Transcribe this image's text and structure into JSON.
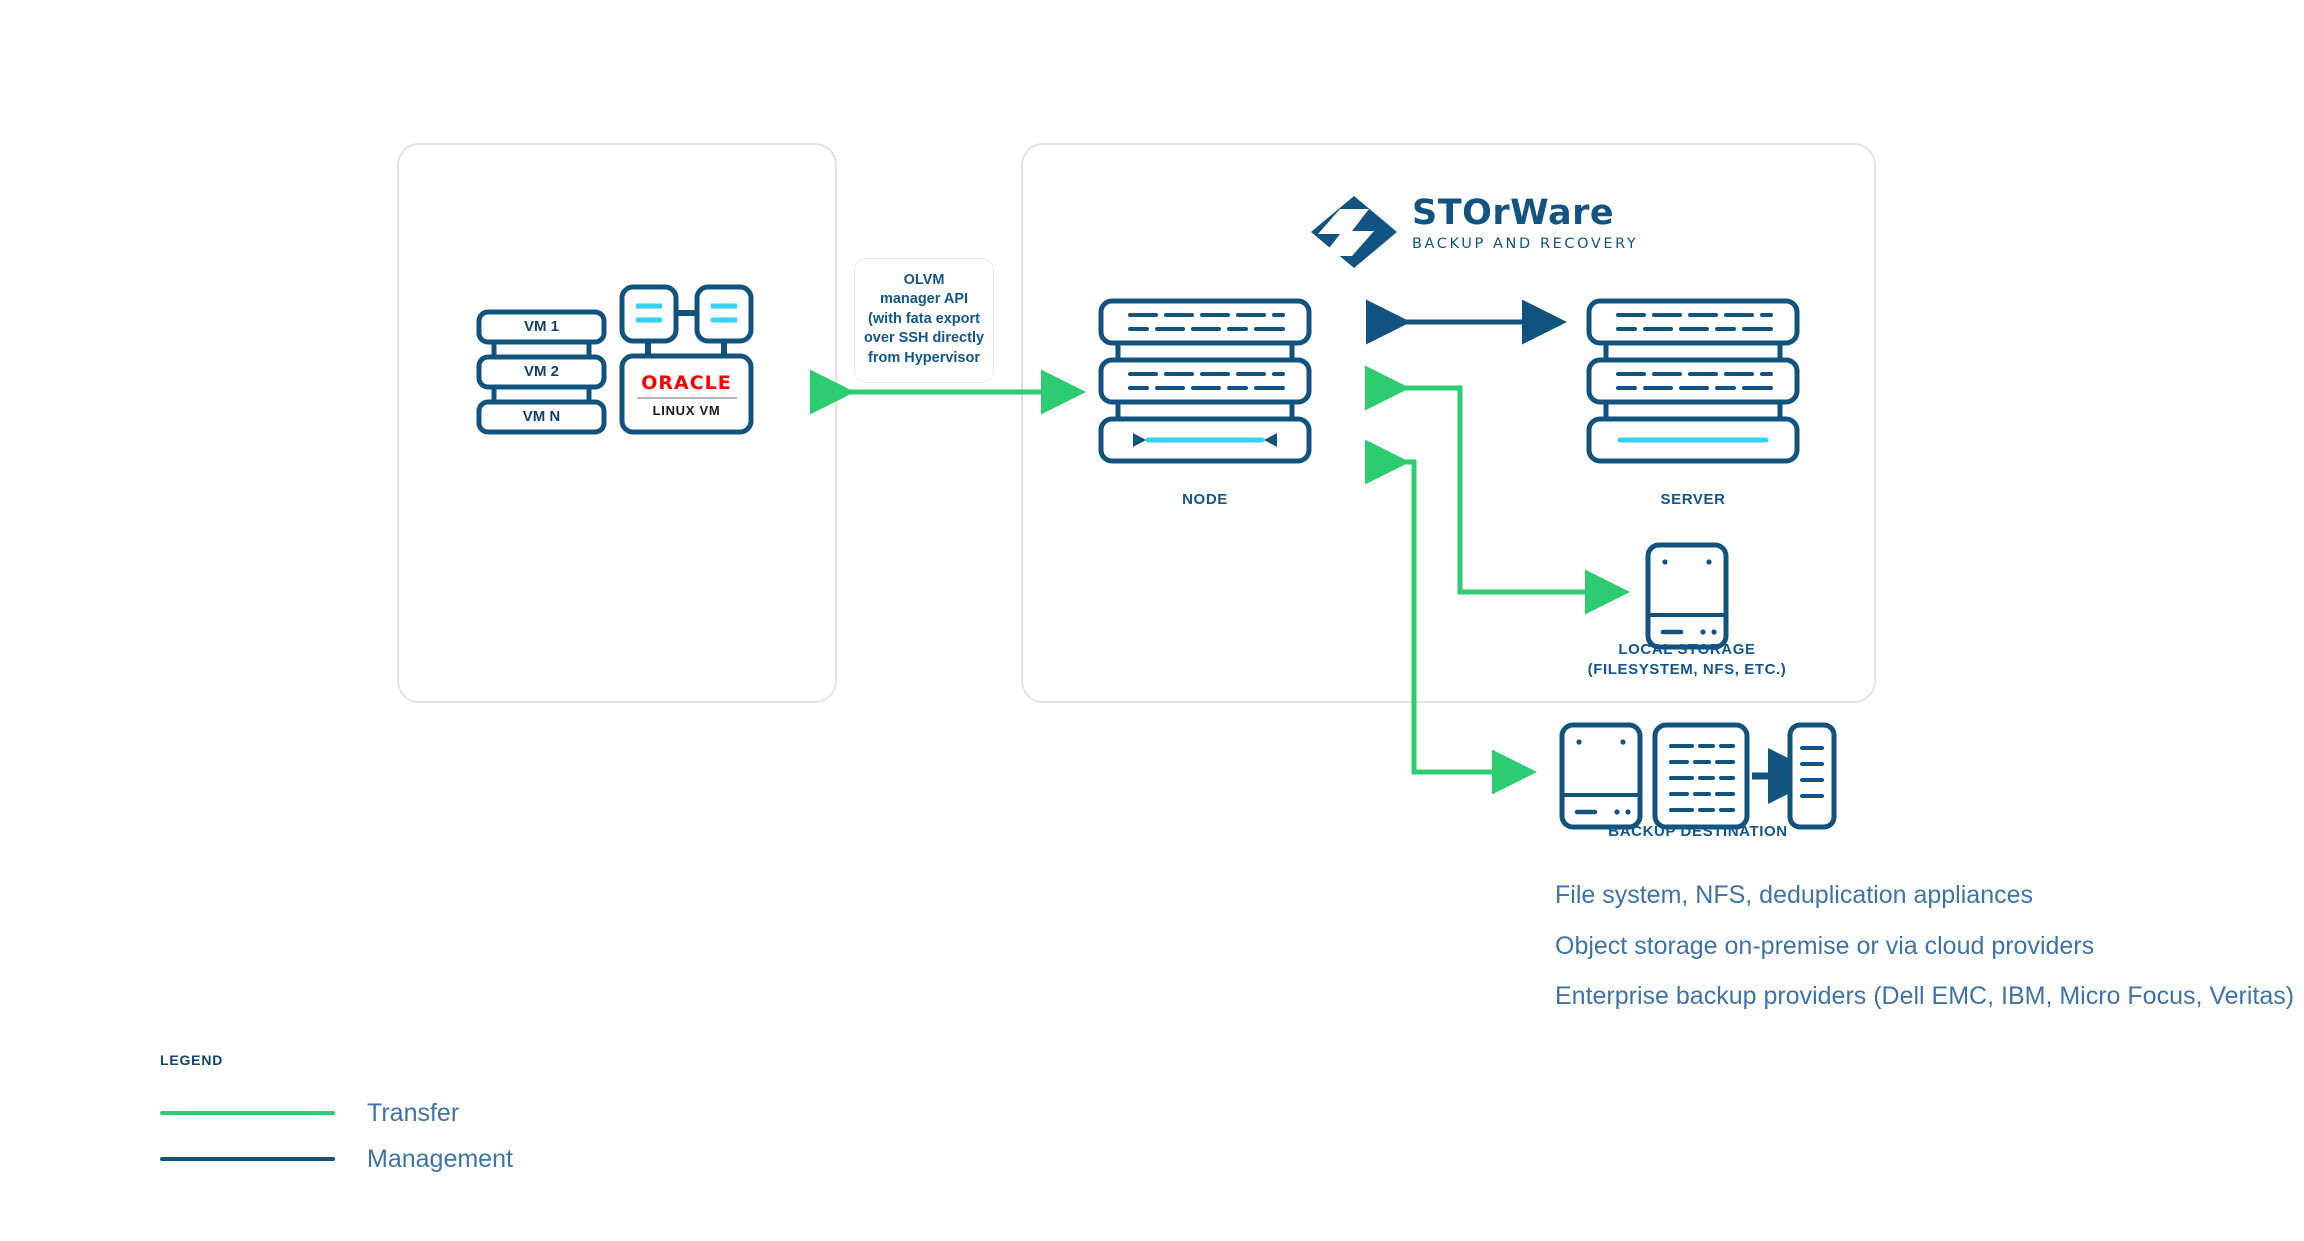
{
  "colors": {
    "blue_dark": "#11537f",
    "blue_deep": "#11426e",
    "cyan": "#35d1f5",
    "green": "#2ecc71",
    "oracle_red": "#f80000",
    "panel_border": "#e3e3e3",
    "text_muted": "#3e73a8"
  },
  "panels": {
    "left": {
      "name": "source-environment"
    },
    "right": {
      "name": "storware-environment"
    }
  },
  "brand": {
    "name": "STOrWare",
    "tagline": "BACKUP AND RECOVERY"
  },
  "source": {
    "vm_stack": [
      "VM 1",
      "VM 2",
      "VM N"
    ],
    "hypervisor": {
      "vendor": "ORACLE",
      "subtitle": "LINUX VM"
    }
  },
  "annotation": {
    "olvm": "OLVM\nmanager API\n(with fata export\nover SSH directly\nfrom Hypervisor"
  },
  "nodes": {
    "node_label": "NODE",
    "server_label": "SERVER",
    "local_storage_label": "LOCAL STORAGE\n(FILESYSTEM, NFS, ETC.)",
    "backup_destination_label": "BACKUP DESTINATION"
  },
  "descriptions": [
    "File system, NFS, deduplication appliances",
    "Object storage on-premise or via cloud providers",
    "Enterprise backup providers (Dell EMC, IBM, Micro Focus, Veritas)"
  ],
  "legend": {
    "title": "LEGEND",
    "items": [
      {
        "label": "Transfer",
        "color": "#2ecc71"
      },
      {
        "label": "Management",
        "color": "#11537f"
      }
    ]
  },
  "connections": {
    "source_to_node": "transfer",
    "node_to_server": "management",
    "node_to_local_storage": "transfer",
    "node_to_backup_destination": "transfer"
  }
}
